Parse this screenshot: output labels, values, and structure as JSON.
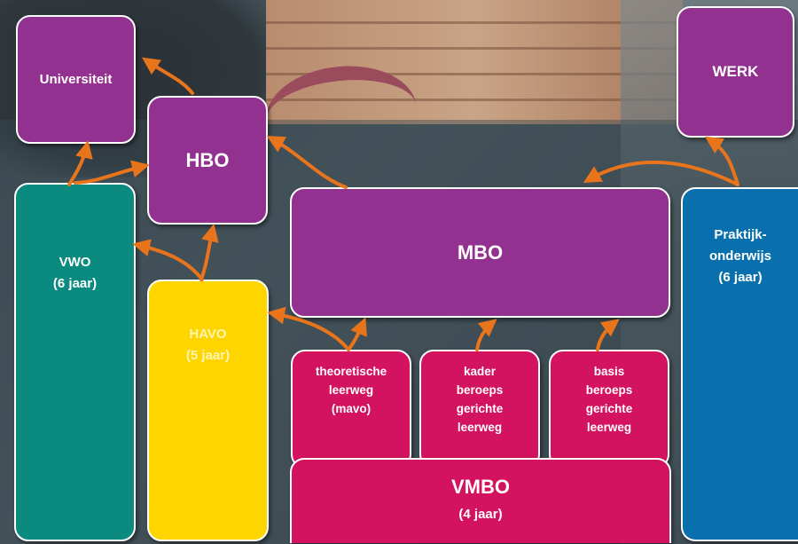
{
  "boxes": {
    "universiteit": "Universiteit",
    "werk": "WERK",
    "hbo": "HBO",
    "mbo": "MBO",
    "vwo": {
      "line1": "VWO",
      "line2": "(6 jaar)"
    },
    "havo": {
      "line1": "HAVO",
      "line2": "(5 jaar)"
    },
    "praktijk": {
      "line1": "Praktijk-",
      "line2": "onderwijs",
      "line3": "(6 jaar)"
    },
    "theoretische": {
      "line1": "theoretische",
      "line2": "leerweg",
      "line3": "(mavo)"
    },
    "kader": {
      "line1": "kader",
      "line2": "beroeps",
      "line3": "gerichte",
      "line4": "leerweg"
    },
    "basis": {
      "line1": "basis",
      "line2": "beroeps",
      "line3": "gerichte",
      "line4": "leerweg"
    },
    "vmbo": {
      "line1": "VMBO",
      "line2": "(4 jaar)"
    }
  },
  "colors": {
    "purple": "#92318f",
    "teal": "#0b8a80",
    "yellow": "#ffd500",
    "blue": "#0a6fad",
    "red": "#d3135f",
    "arrow": "#e8741c"
  }
}
